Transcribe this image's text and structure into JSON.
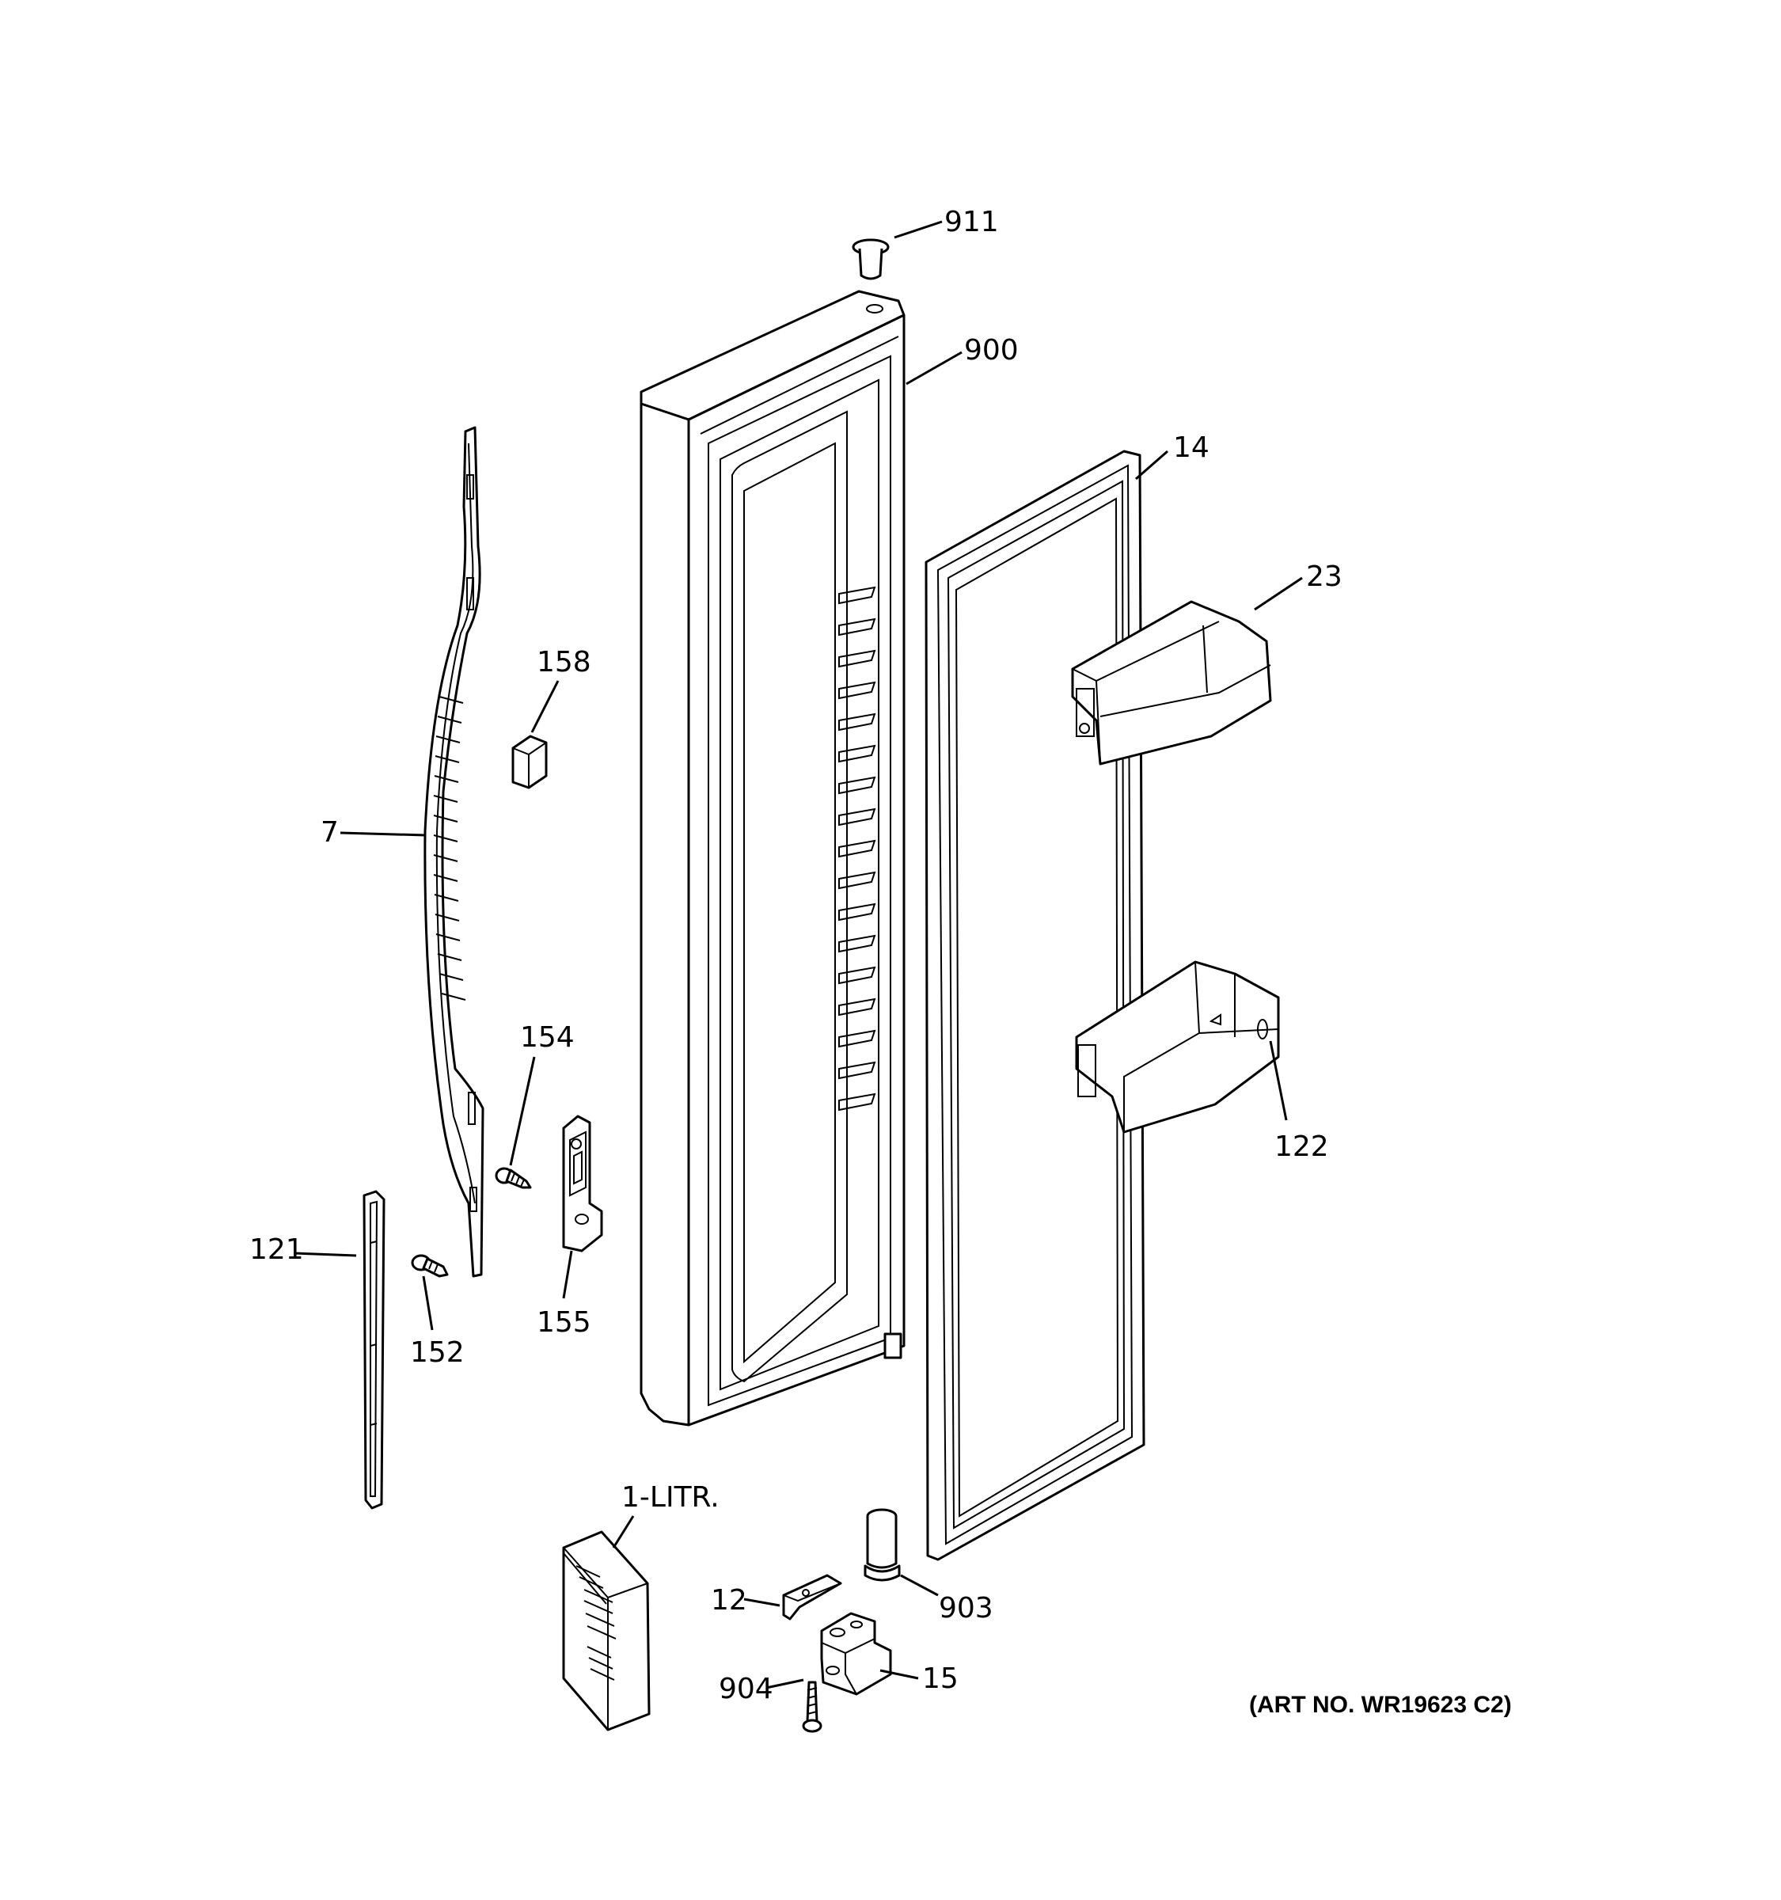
{
  "labels": {
    "p911": "911",
    "p900": "900",
    "p14": "14",
    "p23": "23",
    "p158": "158",
    "p7": "7",
    "p154": "154",
    "p121": "121",
    "p152": "152",
    "p155": "155",
    "p122": "122",
    "p1litr": "1-LITR.",
    "p12": "12",
    "p903": "903",
    "p904": "904",
    "p15": "15"
  },
  "art_number": "(ART NO. WR19623 C2)"
}
